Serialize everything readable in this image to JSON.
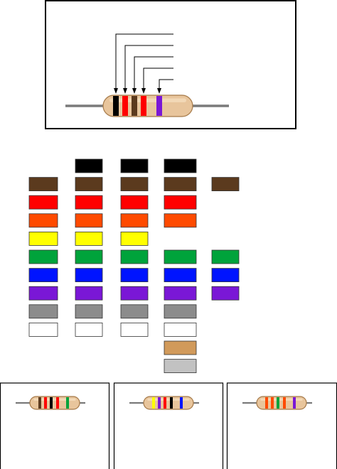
{
  "colors": {
    "black": "#000000",
    "brown": "#5b3a1e",
    "red": "#ff0000",
    "orange": "#ff4a00",
    "yellow": "#ffff00",
    "green": "#00a33b",
    "blue": "#0014ff",
    "violet": "#7a17d6",
    "gray": "#8c8c8c",
    "white": "#ffffff",
    "gold": "#d19a5b",
    "silver": "#c2c2c2",
    "body": "#e8c59c",
    "body_edge": "#a57948"
  },
  "main_resistor": {
    "bands": [
      "black",
      "red",
      "brown",
      "red",
      "violet"
    ]
  },
  "chart_columns": [
    {
      "id": "digit-1",
      "swatches": [
        null,
        "brown",
        "red",
        "orange",
        "yellow",
        "green",
        "blue",
        "violet",
        "gray",
        "white"
      ]
    },
    {
      "id": "digit-2",
      "swatches": [
        "black",
        "brown",
        "red",
        "orange",
        "yellow",
        "green",
        "blue",
        "violet",
        "gray",
        "white"
      ]
    },
    {
      "id": "digit-3",
      "swatches": [
        "black",
        "brown",
        "red",
        "orange",
        "yellow",
        "green",
        "blue",
        "violet",
        "gray",
        "white"
      ]
    },
    {
      "id": "multiplier",
      "swatches": [
        "black",
        "brown",
        "red",
        "orange",
        null,
        "green",
        "blue",
        "violet",
        "gray",
        "white",
        "gold",
        "silver"
      ]
    },
    {
      "id": "tolerance",
      "swatches": [
        null,
        "brown",
        null,
        null,
        null,
        "green",
        "blue",
        "violet",
        null,
        null
      ]
    }
  ],
  "example_resistors": [
    {
      "id": "example-1",
      "bands": [
        "brown",
        "red",
        "black",
        "red",
        "green"
      ]
    },
    {
      "id": "example-2",
      "bands": [
        "yellow",
        "violet",
        "red",
        "black",
        "blue"
      ]
    },
    {
      "id": "example-3",
      "bands": [
        "orange",
        "orange",
        "green",
        "orange",
        "violet"
      ]
    }
  ]
}
